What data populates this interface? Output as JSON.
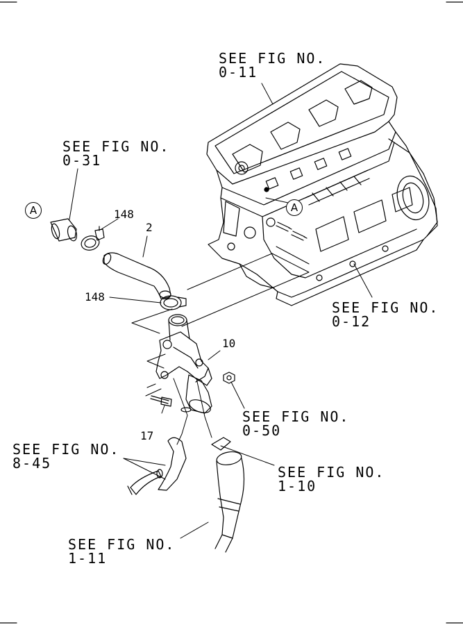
{
  "labels": {
    "fig_011": [
      "SEE FIG NO.",
      "0-11"
    ],
    "fig_031": [
      "SEE FIG NO.",
      "0-31"
    ],
    "fig_012": [
      "SEE FIG NO.",
      "0-12"
    ],
    "fig_050": [
      "SEE FIG NO.",
      "0-50"
    ],
    "fig_845": [
      "SEE FIG NO.",
      "8-45"
    ],
    "fig_110": [
      "SEE FIG NO.",
      "1-10"
    ],
    "fig_111": [
      "SEE FIG NO.",
      "1-11"
    ]
  },
  "parts": {
    "p148_top": "148",
    "p2": "2",
    "p148_mid": "148",
    "p10": "10",
    "p17": "17"
  },
  "callouts": {
    "a_left": "A",
    "a_engine": "A"
  }
}
